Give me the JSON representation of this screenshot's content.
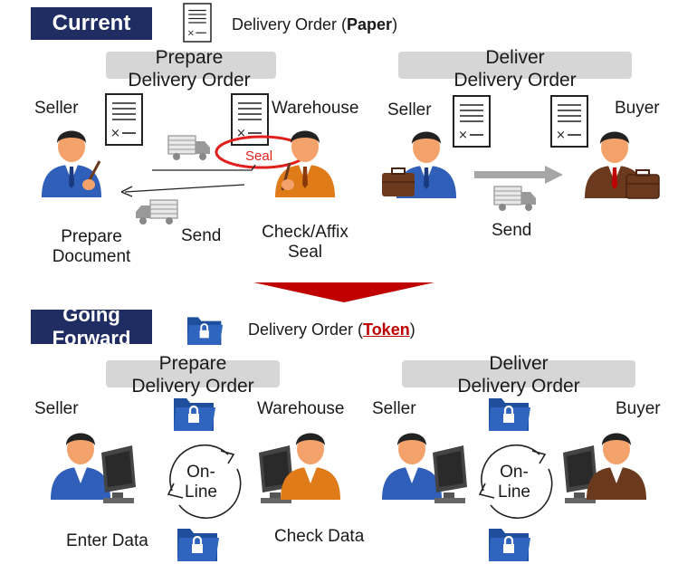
{
  "current": {
    "header": "Current",
    "legend": {
      "prefix": "Delivery Order (",
      "emph": "Paper",
      "suffix": ")"
    },
    "prepare_title": [
      "Prepare",
      "Delivery Order"
    ],
    "deliver_title": [
      "Deliver",
      "Delivery Order"
    ],
    "seller_left": "Seller",
    "warehouse": "Warehouse",
    "seller_right": "Seller",
    "buyer": "Buyer",
    "seal": "Seal",
    "prepare_document": [
      "Prepare",
      "Document"
    ],
    "send_left": "Send",
    "check_affix": [
      "Check/Affix",
      "Seal"
    ],
    "send_right": "Send"
  },
  "forward": {
    "header": [
      "Going",
      "Forward"
    ],
    "legend": {
      "prefix": "Delivery Order (",
      "emph": "Token",
      "suffix": ")"
    },
    "prepare_title": [
      "Prepare",
      "Delivery Order"
    ],
    "deliver_title": [
      "Deliver",
      "Delivery Order"
    ],
    "seller_left": "Seller",
    "warehouse": "Warehouse",
    "seller_right": "Seller",
    "buyer": "Buyer",
    "online_left": [
      "On-",
      "Line"
    ],
    "online_right": [
      "On-",
      "Line"
    ],
    "enter_data": "Enter Data",
    "check_data": "Check Data"
  },
  "colors": {
    "header_bg": "#1f2d63",
    "title_box": "#d6d6d6",
    "seal_red": "#e0201c",
    "arrow_red": "#c00000",
    "folder_blue": "#1f4e9c",
    "seller_suit": "#2f5fb8",
    "warehouse_suit": "#e07b1a",
    "buyer_suit": "#6b3a1e"
  },
  "icons": [
    "document-icon",
    "truck-icon",
    "folder-lock-icon",
    "computer-icon",
    "briefcase-icon",
    "person-icon"
  ]
}
